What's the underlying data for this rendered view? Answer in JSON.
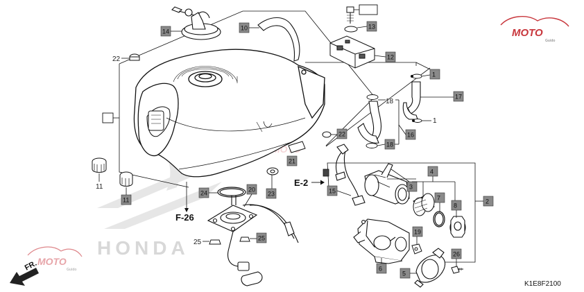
{
  "diagram_code": "K1E8F2100",
  "refs": {
    "e2": "E-2",
    "f26": "F-26"
  },
  "front_arrow": "FR.",
  "watermarks": {
    "honda": "HONDA",
    "moto": "MOTO",
    "moto_sub": "Guido"
  },
  "callouts": {
    "n1a": "1",
    "n1b": "1",
    "n2": "2",
    "n3": "3",
    "n4": "4",
    "n5": "5",
    "n6": "6",
    "n7": "7",
    "n8": "8",
    "n10": "10",
    "n11a": "11",
    "n11b": "11",
    "n12": "12",
    "n13": "13",
    "n14": "14",
    "n15": "15",
    "n16": "16",
    "n17": "17",
    "n18a": "18",
    "n18b": "18",
    "n19": "19",
    "n20": "20",
    "n21": "21",
    "n22a": "22",
    "n22b": "22",
    "n23": "23",
    "n24": "24",
    "n25a": "25",
    "n25b": "25",
    "n26": "26"
  },
  "colors": {
    "callout_box": "#8a8a8a",
    "line": "#111111",
    "watermark_red": "#c8363c"
  }
}
